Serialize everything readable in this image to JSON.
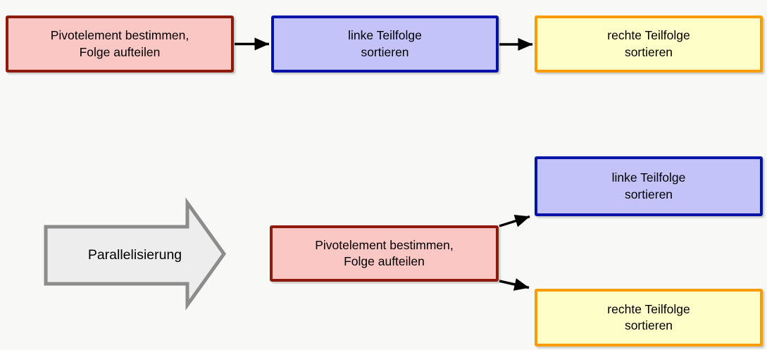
{
  "sequential_flow": {
    "pivot_box": {
      "line1": "Pivotelement bestimmen,",
      "line2": "Folge aufteilen"
    },
    "left_box": {
      "line1": "linke Teilfolge",
      "line2": "sortieren"
    },
    "right_box": {
      "line1": "rechte Teilfolge",
      "line2": "sortieren"
    }
  },
  "transform_arrow": {
    "label": "Parallelisierung"
  },
  "parallel_flow": {
    "pivot_box": {
      "line1": "Pivotelement bestimmen,",
      "line2": "Folge aufteilen"
    },
    "left_box": {
      "line1": "linke Teilfolge",
      "line2": "sortieren"
    },
    "right_box": {
      "line1": "rechte Teilfolge",
      "line2": "sortieren"
    }
  },
  "colors": {
    "background": "#F8F8F7",
    "pivot_fill": "#FBC7C4",
    "pivot_border": "#8E1B0C",
    "left_fill": "#C3C3FA",
    "left_border": "#0013A7",
    "right_fill": "#FEFEC9",
    "right_border": "#F89C00",
    "big_arrow_fill": "#EDEDED",
    "big_arrow_border": "#8C8C8C",
    "connector": "#000000"
  }
}
